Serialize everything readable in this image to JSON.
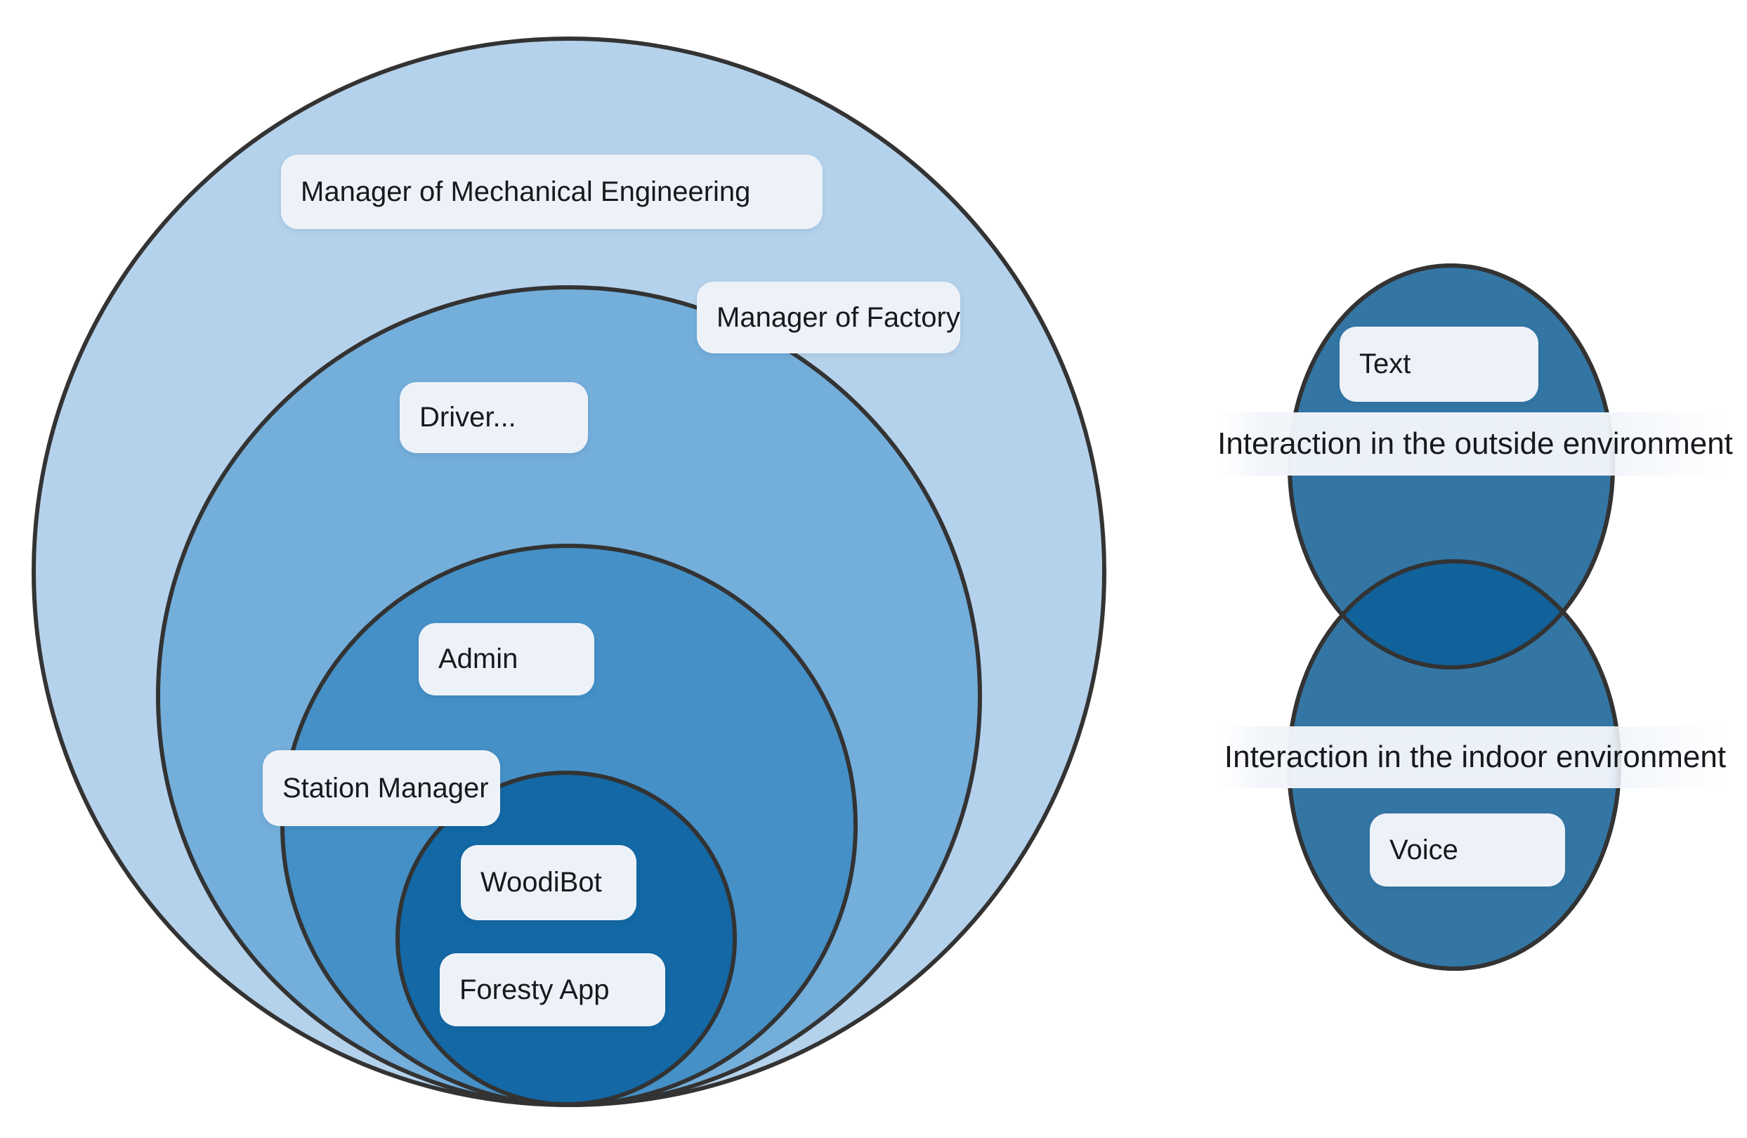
{
  "colors": {
    "background": "#ffffff",
    "stroke": "#333333",
    "ring1": "#b5d2ec",
    "ring2": "#74aeda",
    "ring3": "#4490c7",
    "ring4": "#1368a5",
    "venn_circle": "#3376a4",
    "venn_overlap": "#11619b",
    "chip_bg": "#edf2f9",
    "band_bg": "#f1f5fa",
    "text": "#17191c"
  },
  "onion": {
    "labels": [
      {
        "id": "manager-mech-eng",
        "text": "Manager of Mechanical Engineering"
      },
      {
        "id": "manager-factory",
        "text": "Manager of Factory"
      },
      {
        "id": "driver",
        "text": "Driver..."
      },
      {
        "id": "admin",
        "text": "Admin"
      },
      {
        "id": "station-manager",
        "text": "Station Manager"
      },
      {
        "id": "woodibot",
        "text": "WoodiBot"
      },
      {
        "id": "foresty-app",
        "text": "Foresty App"
      }
    ]
  },
  "venn": {
    "chip_labels": [
      {
        "id": "text",
        "text": "Text"
      },
      {
        "id": "voice",
        "text": "Voice"
      }
    ],
    "bands": [
      {
        "id": "outside",
        "text": "Interaction in the outside environment"
      },
      {
        "id": "indoor",
        "text": "Interaction in the indoor environment"
      }
    ]
  }
}
